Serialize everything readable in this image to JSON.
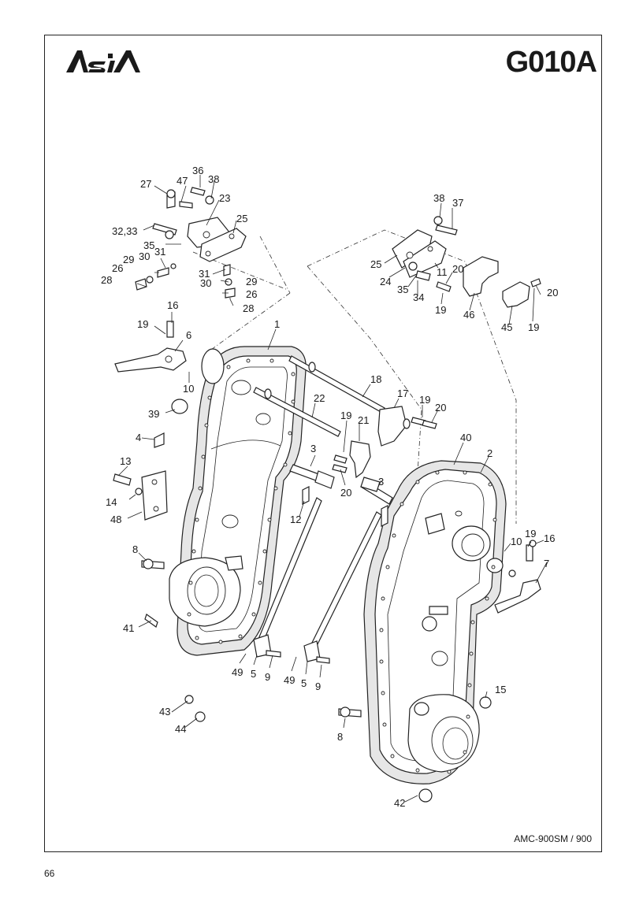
{
  "header": {
    "brand": "ASIA",
    "code": "G010A"
  },
  "footer": {
    "model": "AMC-900SM / 900",
    "page_number": "66"
  },
  "callouts": {
    "c27": "27",
    "c36": "36",
    "c47": "47",
    "c38a": "38",
    "c23": "23",
    "c25a": "25",
    "c3233": "32,33",
    "c35a": "35",
    "c30a": "30",
    "c31a": "31",
    "c29a": "29",
    "c26a": "26",
    "c28a": "28",
    "c31b": "31",
    "c30b": "30",
    "c29b": "29",
    "c26b": "26",
    "c28b": "28",
    "c38b": "38",
    "c37": "37",
    "c25b": "25",
    "c24": "24",
    "c35b": "35",
    "c34": "34",
    "c11": "11",
    "c20a": "20",
    "c19a": "19",
    "c46": "46",
    "c20b": "20",
    "c45": "45",
    "c19b": "19",
    "c16a": "16",
    "c19c": "19",
    "c6": "6",
    "c10a": "10",
    "c1": "1",
    "c18": "18",
    "c17": "17",
    "c19d": "19",
    "c20c": "20",
    "c39": "39",
    "c22": "22",
    "c19e": "19",
    "c21": "21",
    "c4": "4",
    "c40": "40",
    "c2": "2",
    "c3a": "3",
    "c13": "13",
    "c20d": "20",
    "c3b": "3",
    "c14": "14",
    "c12": "12",
    "c48": "48",
    "c10b": "10",
    "c19f": "19",
    "c16b": "16",
    "c7": "7",
    "c8a": "8",
    "c41": "41",
    "c49a": "49",
    "c5a": "5",
    "c9a": "9",
    "c49b": "49",
    "c5b": "5",
    "c9b": "9",
    "c15": "15",
    "c43": "43",
    "c44": "44",
    "c8b": "8",
    "c42": "42"
  }
}
